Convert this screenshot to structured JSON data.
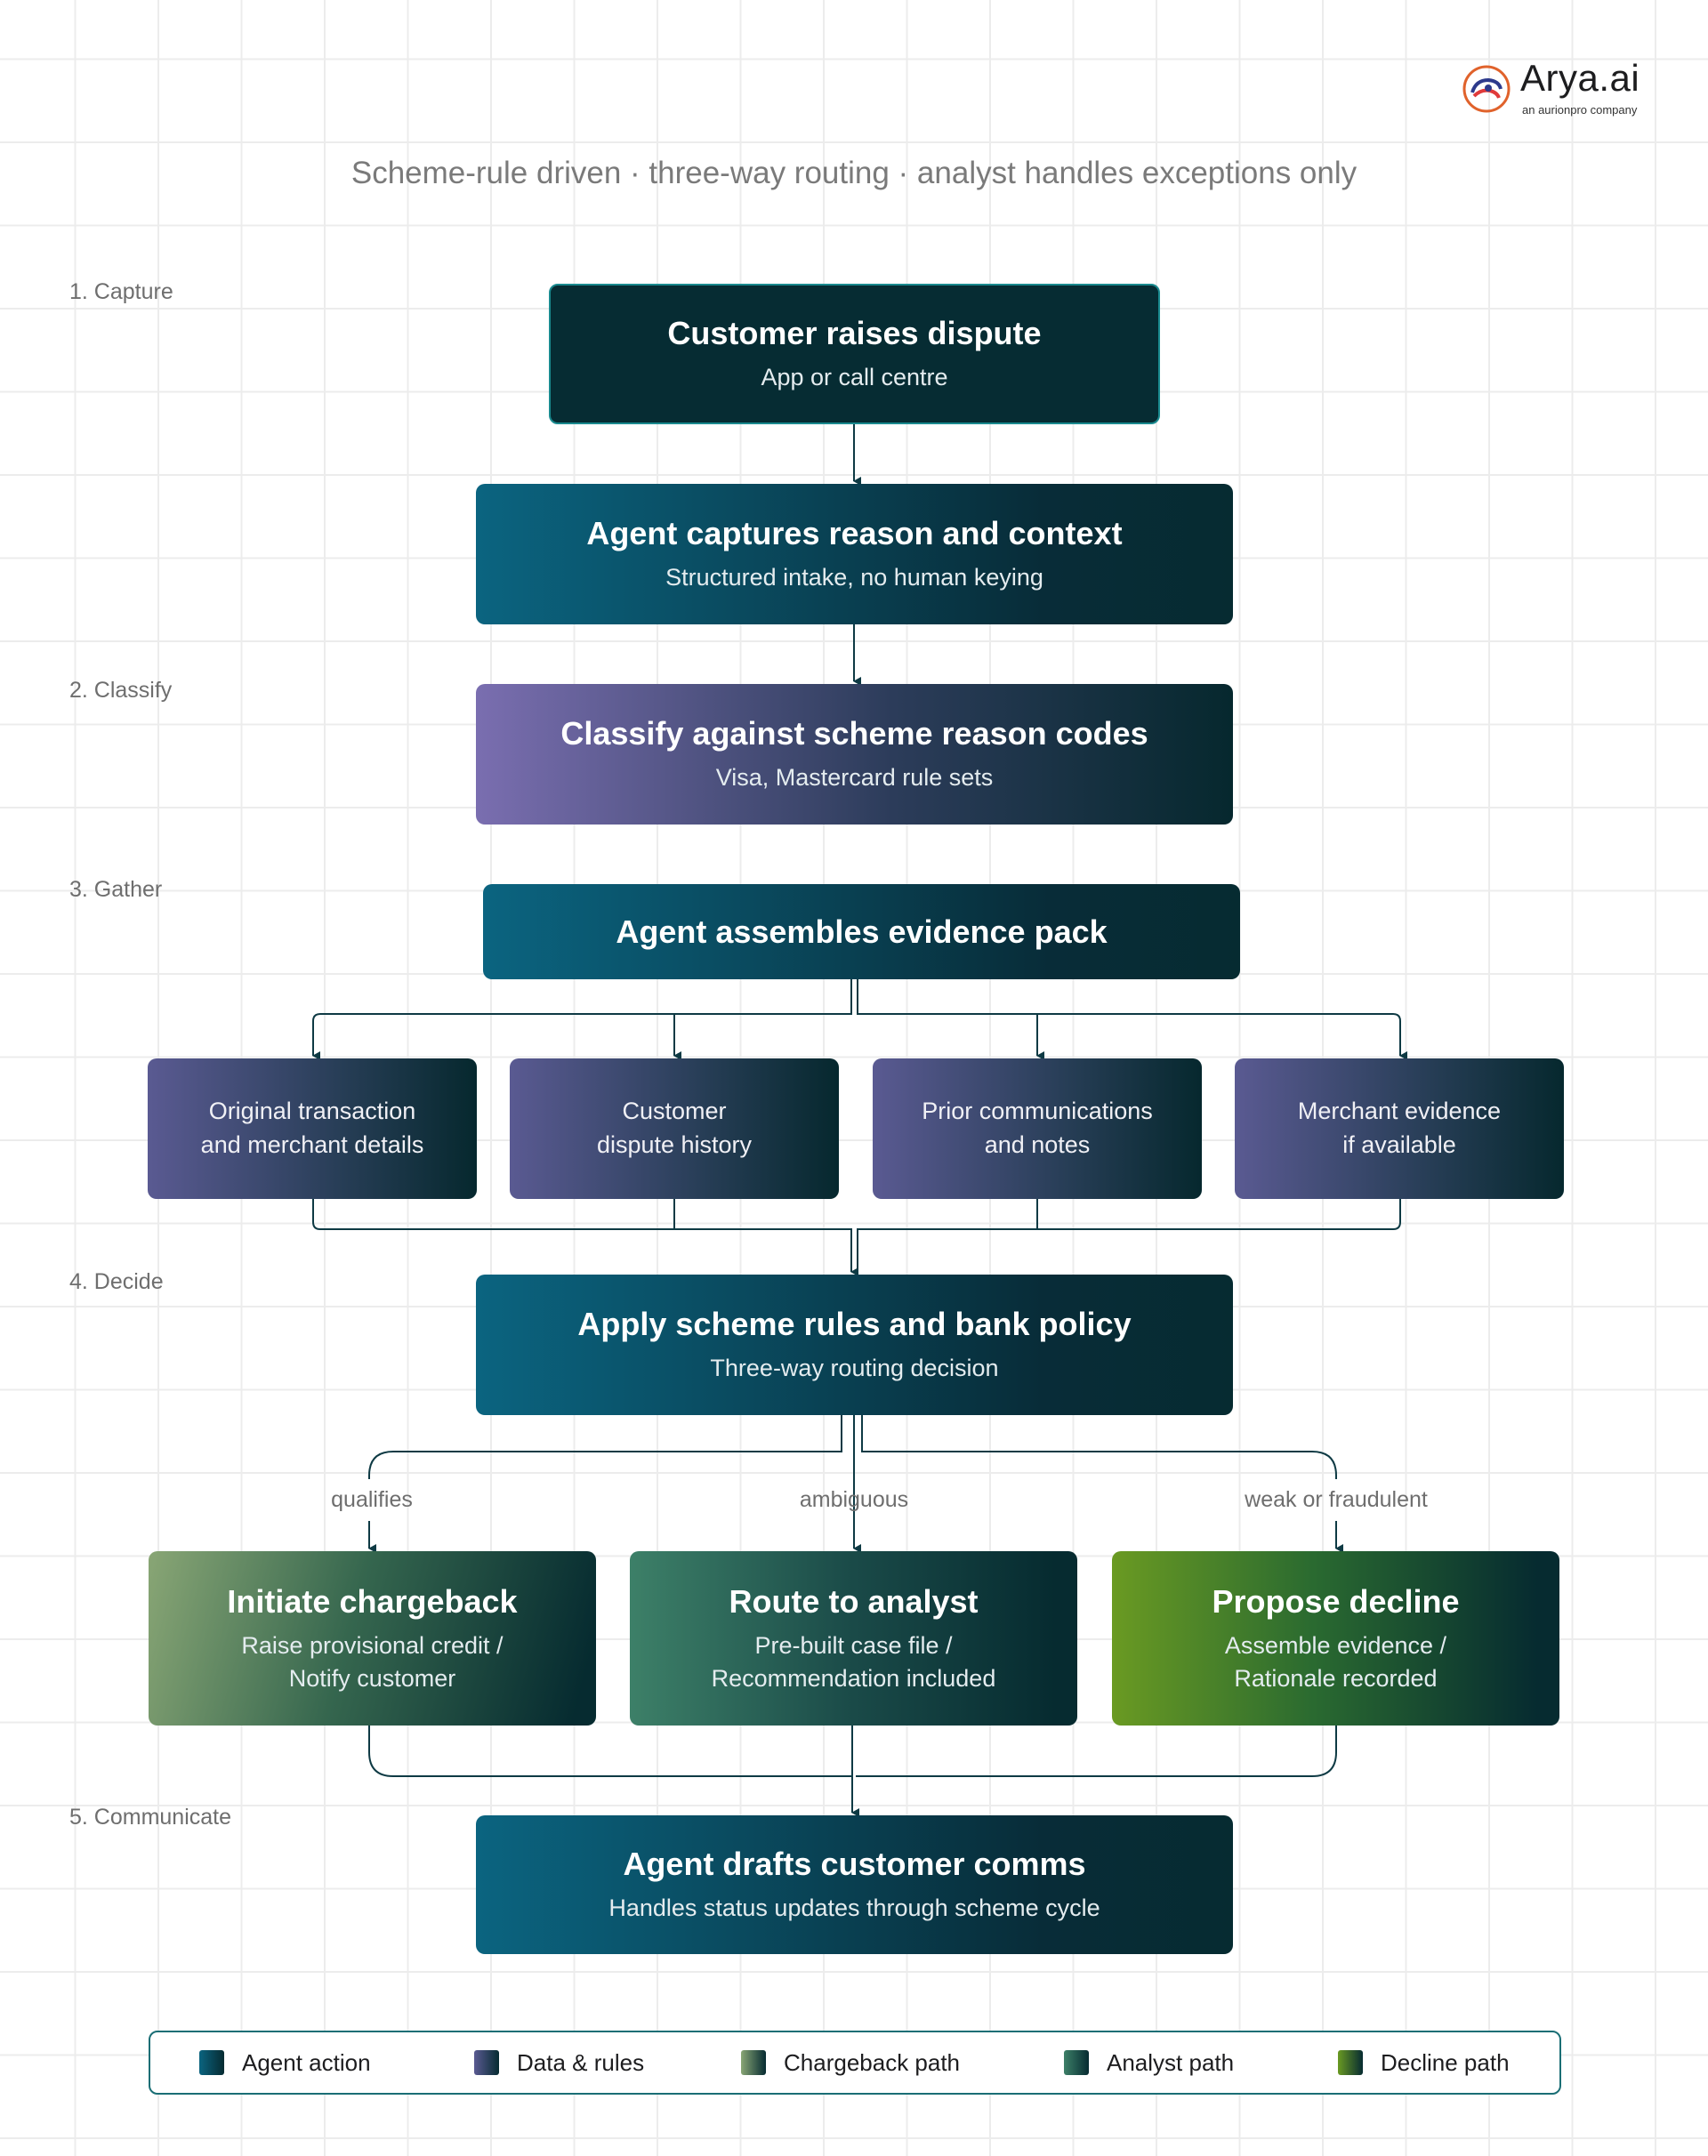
{
  "logo": {
    "wordmark": "Arya.ai",
    "tagline": "an aurionpro company"
  },
  "subtitle": "Scheme-rule driven · three-way routing · analyst handles exceptions only",
  "stages": [
    {
      "label": "1. Capture"
    },
    {
      "label": "2. Classify"
    },
    {
      "label": "3. Gather"
    },
    {
      "label": "4. Decide"
    },
    {
      "label": "5. Communicate"
    }
  ],
  "nodes": {
    "dispute": {
      "title": "Customer raises dispute",
      "sub": "App or call centre"
    },
    "capture": {
      "title": "Agent captures reason and context",
      "sub": "Structured intake, no human keying"
    },
    "classify": {
      "title": "Classify against scheme reason codes",
      "sub": "Visa, Mastercard rule sets"
    },
    "evidence": {
      "title": "Agent assembles evidence pack"
    },
    "evidence_items": [
      {
        "line1": "Original transaction",
        "line2": "and merchant details"
      },
      {
        "line1": "Customer",
        "line2": "dispute history"
      },
      {
        "line1": "Prior communications",
        "line2": "and notes"
      },
      {
        "line1": "Merchant evidence",
        "line2": "if available"
      }
    ],
    "decide": {
      "title": "Apply scheme rules and bank policy",
      "sub": "Three-way routing decision"
    },
    "outcomes": [
      {
        "label": "qualifies",
        "title": "Initiate chargeback",
        "line1": "Raise provisional credit /",
        "line2": "Notify customer"
      },
      {
        "label": "ambiguous",
        "title": "Route to analyst",
        "line1": "Pre-built case file /",
        "line2": "Recommendation included"
      },
      {
        "label": "weak or fraudulent",
        "title": "Propose decline",
        "line1": "Assemble evidence /",
        "line2": "Rationale recorded"
      }
    ],
    "comms": {
      "title": "Agent drafts customer comms",
      "sub": "Handles status updates through scheme cycle"
    }
  },
  "legend": [
    {
      "label": "Agent action",
      "color_from": "#0b6480",
      "color_to": "#062b31"
    },
    {
      "label": "Data & rules",
      "color_from": "#5a5a92",
      "color_to": "#062b31"
    },
    {
      "label": "Chargeback path",
      "color_from": "#89a675",
      "color_to": "#062b31"
    },
    {
      "label": "Analyst path",
      "color_from": "#3d8068",
      "color_to": "#062b31"
    },
    {
      "label": "Decline path",
      "color_from": "#6a9a22",
      "color_to": "#062b31"
    }
  ],
  "colors": {
    "connector": "#0e3a44",
    "label_text": "#6e6e6e"
  }
}
